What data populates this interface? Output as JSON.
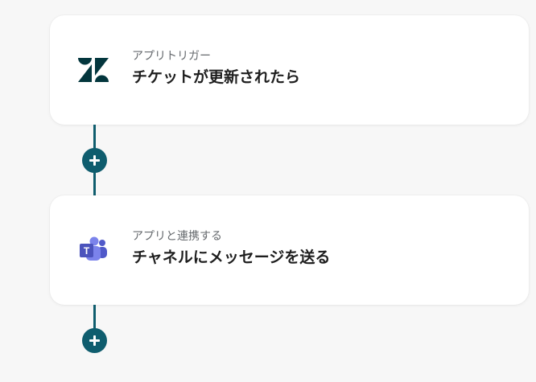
{
  "flow": {
    "steps": [
      {
        "subtitle": "アプリトリガー",
        "title": "チケットが更新されたら",
        "icon": "zendesk-logo-icon"
      },
      {
        "subtitle": "アプリと連携する",
        "title": "チャネルにメッセージを送る",
        "icon": "microsoft-teams-logo-icon"
      }
    ],
    "add_icon": "plus-icon",
    "colors": {
      "connector": "#0f5d6e",
      "background": "#f7f7f7",
      "card": "#ffffff",
      "zendesk": "#03363d",
      "teams": "#5059c9"
    }
  }
}
